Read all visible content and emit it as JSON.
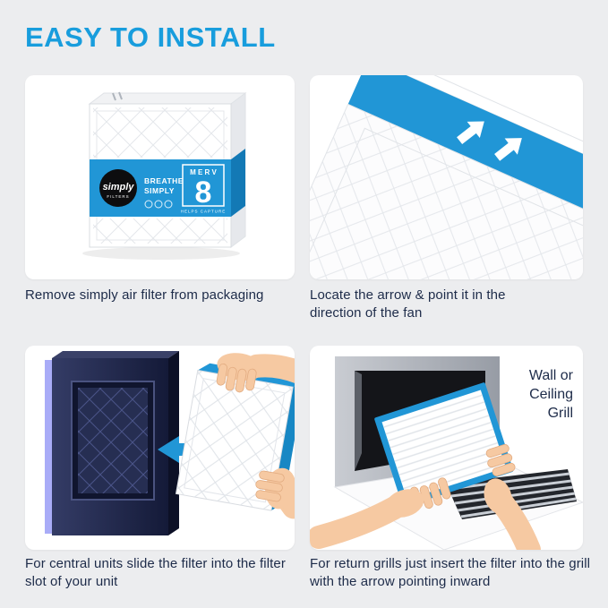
{
  "title": "EASY TO INSTALL",
  "colors": {
    "accent_blue": "#2196d6",
    "title_blue": "#189ddd",
    "text_navy": "#1d2b49",
    "background": "#ecedef",
    "card": "#ffffff",
    "unit_navy": "#1a2247",
    "skin": "#f6c9a2"
  },
  "package": {
    "brand": "simply",
    "brand_sub": "FILTERS",
    "tagline_line1": "BREATHE",
    "tagline_line2": "SIMPLY",
    "merv_label": "M E R V",
    "merv_value": "8",
    "helps_capture": "HELPS CAPTURE"
  },
  "steps": [
    {
      "caption": "Remove simply air filter from packaging"
    },
    {
      "caption": "Locate the arrow & point it in the direction of the fan"
    },
    {
      "caption": "For central units slide the filter into the filter slot of your unit"
    },
    {
      "caption": "For return grills just insert the filter into the grill with the arrow pointing inward"
    }
  ],
  "grill_label": {
    "line1": "Wall or",
    "line2": "Ceiling",
    "line3": "Grill"
  }
}
